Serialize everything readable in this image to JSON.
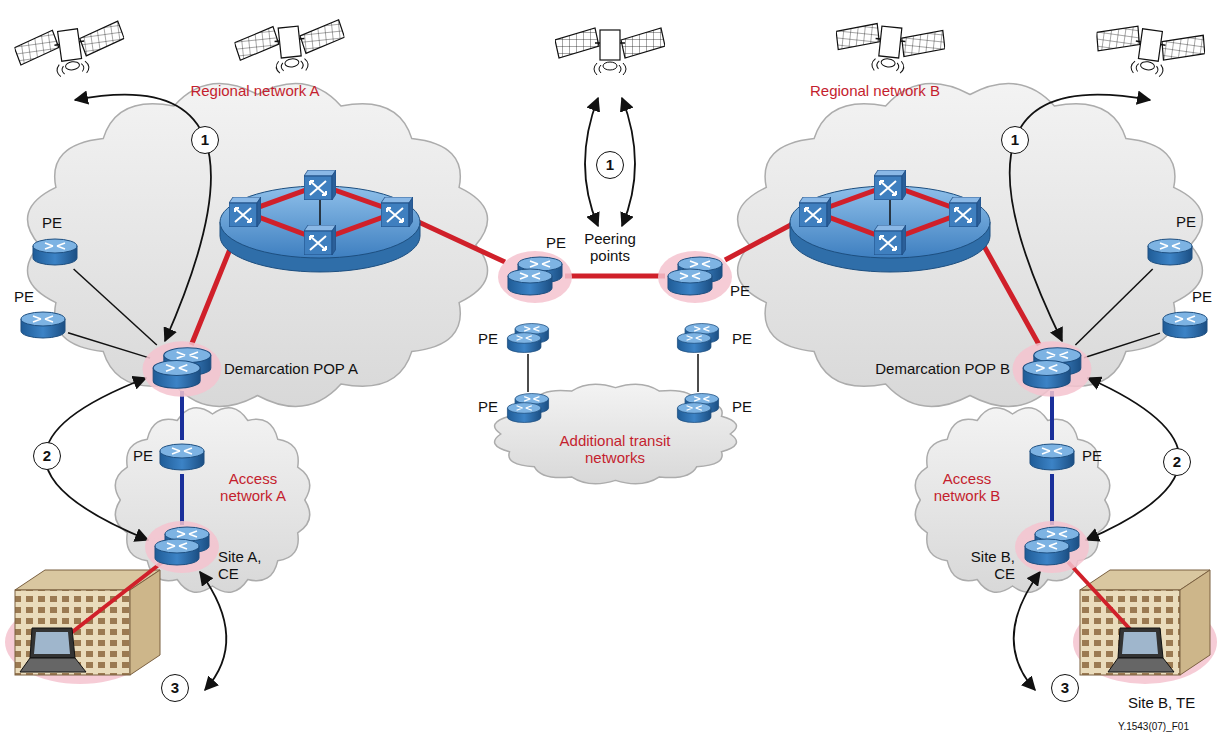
{
  "diagram": {
    "nodes": [
      {
        "text": [
          "Regional network A"
        ]
      },
      {
        "text": [
          "PE"
        ],
        "in": 0
      },
      {
        "text": [
          "PE"
        ],
        "in": 0
      },
      {
        "text": [
          "Demarcation POP A"
        ],
        "in": 0
      },
      {
        "text": [
          "PE"
        ],
        "in": 0
      },
      {
        "text": [
          "PE"
        ],
        "in": 0
      },
      {
        "text": [
          "Regional network B"
        ]
      },
      {
        "text": [
          "PE"
        ],
        "in": 6
      },
      {
        "text": [
          "PE"
        ],
        "in": 6
      },
      {
        "text": [
          "Demarcation POP B"
        ],
        "in": 6
      },
      {
        "text": [
          "PE"
        ],
        "in": 6
      },
      {
        "text": [
          "PE"
        ],
        "in": 6
      },
      {
        "text": [
          "Additional transit networks"
        ]
      },
      {
        "text": [
          "PE"
        ],
        "in": 12
      },
      {
        "text": [
          "PE"
        ],
        "in": 12
      },
      {
        "text": [
          "Access network A"
        ]
      },
      {
        "text": [
          "PE"
        ],
        "in": 15
      },
      {
        "text": [
          "Site A, CE"
        ],
        "in": 15
      },
      {
        "text": [
          "Access network B"
        ]
      },
      {
        "text": [
          "PE"
        ],
        "in": 18
      },
      {
        "text": [
          "Site B, CE"
        ],
        "in": 18
      },
      {
        "text": [
          "1"
        ]
      },
      {
        "text": [
          "1"
        ]
      },
      {
        "text": [
          "1"
        ]
      },
      {
        "text": [
          "2"
        ]
      },
      {
        "text": [
          "2"
        ]
      },
      {
        "text": [
          "3"
        ]
      },
      {
        "text": [
          "3"
        ]
      }
    ],
    "edges": [
      {
        "from": 1,
        "to": 3,
        "arrow": "none"
      },
      {
        "from": 2,
        "to": 3,
        "arrow": "none"
      },
      {
        "from": 3,
        "to": 4,
        "arrow": "none"
      },
      {
        "from": 4,
        "to": 7,
        "arrow": "none"
      },
      {
        "from": 7,
        "to": 9,
        "arrow": "none"
      },
      {
        "from": 5,
        "to": 13,
        "arrow": "none"
      },
      {
        "from": 8,
        "to": 14,
        "arrow": "none"
      },
      {
        "from": 10,
        "to": 9,
        "arrow": "none"
      },
      {
        "from": 11,
        "to": 9,
        "arrow": "none"
      },
      {
        "from": 3,
        "to": 16,
        "arrow": "none"
      },
      {
        "from": 16,
        "to": 17,
        "arrow": "none"
      },
      {
        "from": 9,
        "to": 19,
        "arrow": "none"
      },
      {
        "from": 19,
        "to": 20,
        "arrow": "none"
      }
    ],
    "labels": [
      "Peering points",
      "Site B, TE",
      "Y.1543(07)_F01"
    ]
  }
}
